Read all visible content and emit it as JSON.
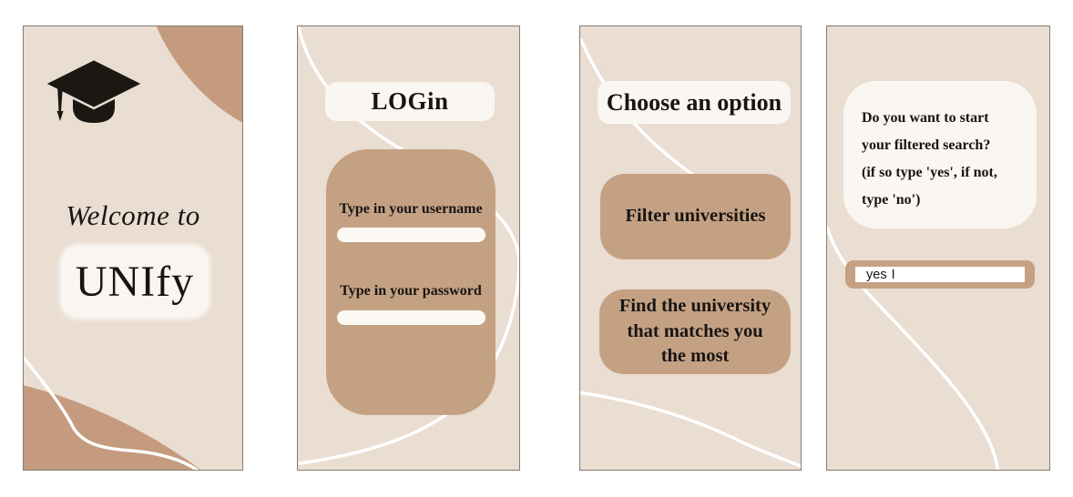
{
  "colors": {
    "page_bg": "#ffffff",
    "panel_bg": "#eaddd2",
    "panel_border": "#857b70",
    "tan_primary": "#c5a184",
    "blob_tan": "#c49b7e",
    "box_white": "#faf6f1",
    "field_white": "#fdf9f4",
    "text_dark": "#171513",
    "line_white": "#ffffff"
  },
  "screens": [
    {
      "name": "welcome",
      "icon": "graduation-cap-icon",
      "welcome_text": "Welcome to",
      "brand": "UNIfy"
    },
    {
      "name": "login",
      "title": "LOGin",
      "username_label": "Type in your username",
      "username_value": "",
      "password_label": "Type in your password",
      "password_value": ""
    },
    {
      "name": "options",
      "title": "Choose an option",
      "buttons": [
        {
          "label": "Filter universities",
          "lines": [
            "Filter universities"
          ]
        },
        {
          "label": "Find the university that matches you the most",
          "lines": [
            "Find the university",
            "that matches you",
            "the most"
          ]
        }
      ]
    },
    {
      "name": "filtered-search-prompt",
      "question_lines": [
        "Do you want to start",
        "your filtered search?",
        "(if so type 'yes', if not,",
        "type 'no')"
      ],
      "input_value": "yes",
      "input_caret": "I"
    }
  ]
}
